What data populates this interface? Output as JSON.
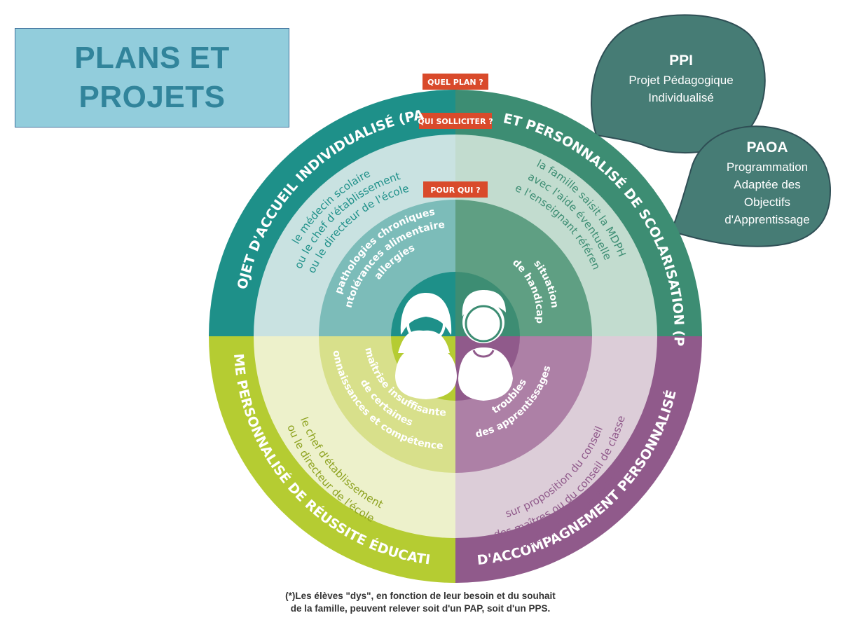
{
  "title": {
    "line1": "PLANS ET",
    "line2": "PROJETS"
  },
  "tags": {
    "quel_plan": "QUEL PLAN ?",
    "qui_solliciter": "QUI SOLLICITER ?",
    "pour_qui": "POUR QUI ?"
  },
  "quadrants": {
    "pai": {
      "outer": "PROJET D'ACCUEIL INDIVIDUALISÉ (PAI)",
      "middle": [
        "le médecin scolaire",
        "ou le chef d'établissement",
        "ou le directeur de l'école"
      ],
      "inner": [
        "pathologies chroniques",
        "intolérances alimentaires",
        "allergies"
      ]
    },
    "pps": {
      "outer": "PROJET PERSONNALISÉ DE SCOLARISATION (PPS)*",
      "middle": [
        "la famille saisit la MDPH",
        "avec l'aide éventuelle",
        "de l'enseignant référent"
      ],
      "inner": [
        "situation",
        "de handicap"
      ]
    },
    "pap": {
      "outer": "PLAN D'ACCOMPAGNEMENT PERSONNALISÉ (PAP)*",
      "middle": [
        "sur proposition du conseil",
        "des maîtres ou du conseil de classe",
        "ou à la demande de la famille"
      ],
      "inner": [
        "troubles",
        "des apprentissages"
      ]
    },
    "ppre": {
      "outer": "PROGRAMME PERSONNALISÉ DE RÉUSSITE ÉDUCATIVE (PPRE)",
      "middle": [
        "le chef d'établissement",
        "ou le directeur de l'école"
      ],
      "inner": [
        "maîtrise insuffisante",
        "de certaines",
        "connaissances et compétences"
      ]
    }
  },
  "bubbles": [
    {
      "abbr": "PPI",
      "full": [
        "Projet Pédagogique",
        "Individualisé"
      ]
    },
    {
      "abbr": "PAOA",
      "full": [
        "Programmation",
        "Adaptée des",
        "Objectifs",
        "d'Apprentissage"
      ]
    }
  ],
  "footnote": [
    "(*)Les élèves \"dys\", en fonction de leur besoin et du souhait",
    "de la famille, peuvent relever soit d'un PAP, soit d'un PPS."
  ],
  "colors": {
    "title_bg": "#92cddc",
    "title_text": "#31849b",
    "pai_outer": "#1e9089",
    "pai_mid": "#c9e2e1",
    "pai_in": "#7cbcb9",
    "pps_outer": "#3d8d73",
    "pps_mid": "#c2dccf",
    "pps_in": "#5f9f83",
    "pap_outer": "#905a8b",
    "pap_mid": "#dccdd8",
    "pap_in": "#ad80a6",
    "ppre_outer": "#b5cc32",
    "ppre_mid": "#edf1cb",
    "ppre_in": "#d8e08b",
    "tag": "#d94a2b",
    "bubble": "#467c75"
  },
  "icons": {
    "center": "children-faces-icon"
  }
}
